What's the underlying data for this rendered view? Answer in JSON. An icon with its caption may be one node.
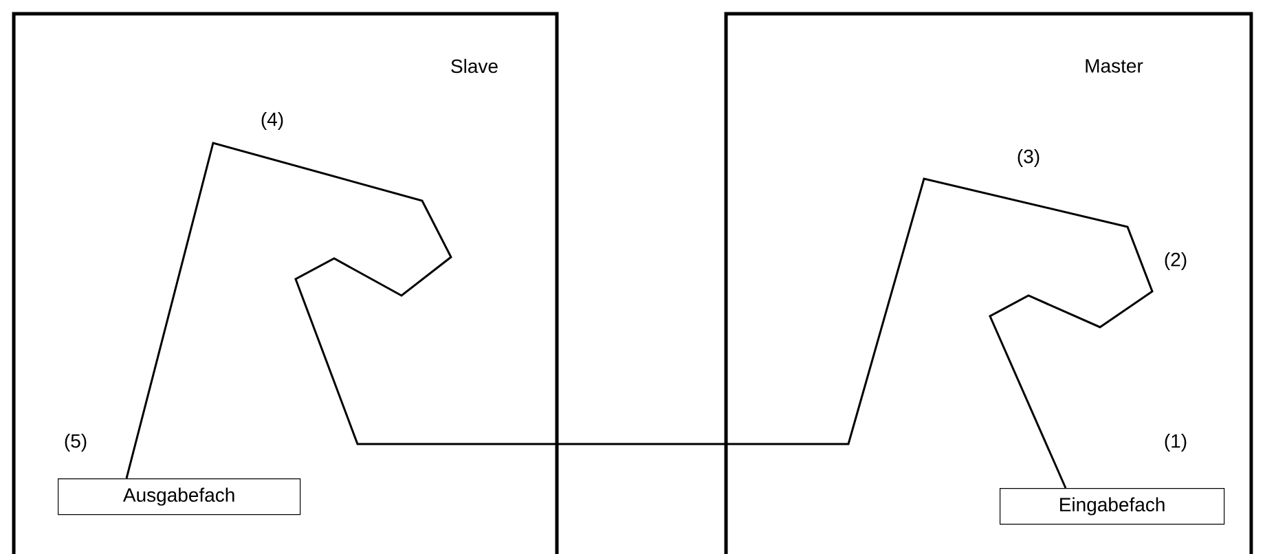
{
  "diagram": {
    "nodes": [
      {
        "text": [
          "Slave"
        ]
      },
      {
        "text": [
          "Ausgabefach"
        ],
        "in": 0
      },
      {
        "text": [
          "Master"
        ]
      },
      {
        "text": [
          "Eingabefach"
        ],
        "in": 2
      }
    ],
    "edges": [
      {
        "from": 3,
        "to": 1,
        "arrow": "none"
      }
    ],
    "labels": [
      "(4)",
      "(3)",
      "(2)",
      "(5)",
      "(1)"
    ]
  }
}
